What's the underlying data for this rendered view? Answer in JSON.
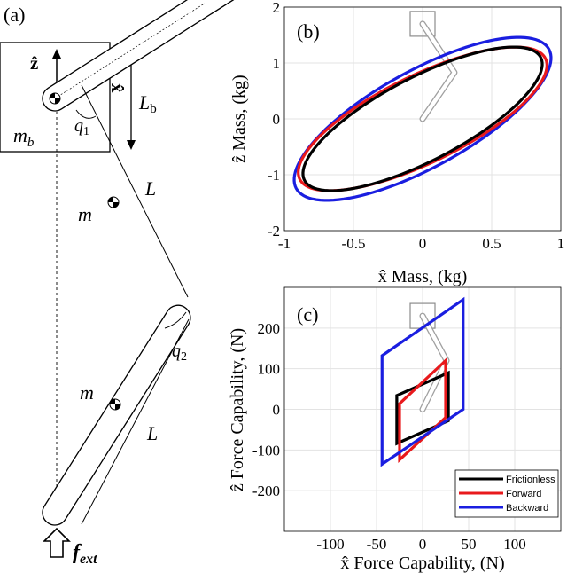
{
  "panel_a": {
    "label": "(a)",
    "z_hat": "ẑ",
    "x_hat": "x̂",
    "l_b": "L",
    "l_b_sub": "b",
    "m_b": "m",
    "m_b_sub": "b",
    "q1": "q",
    "q1_sub": "1",
    "q2": "q",
    "q2_sub": "2",
    "m_upper": "m",
    "m_lower": "m",
    "l_upper": "L",
    "l_lower": "L",
    "f_ext": "f",
    "f_ext_sub": "ext"
  },
  "colors": {
    "frictionless": "#000000",
    "forward": "#e8191c",
    "backward": "#1a1ee0",
    "arm": "#a0a0a0",
    "grid": "#e3e3e3"
  },
  "chart_data": [
    {
      "panel_label": "(b)",
      "type": "line",
      "xlabel": "x̂ Mass, (kg)",
      "ylabel": "ẑ Mass, (kg)",
      "xlim": [
        -1,
        1
      ],
      "ylim": [
        -2,
        2
      ],
      "xticks": [
        "-1",
        "-0.5",
        "0",
        "0.5",
        "1"
      ],
      "yticks": [
        "2",
        "1",
        "0",
        "-1",
        "-2"
      ],
      "grid": true,
      "series": [
        {
          "key": "backward",
          "shape": "ellipse",
          "center": [
            0.0,
            0.0
          ],
          "major_semi_axis": 1.64,
          "minor_semi_axis": 0.55,
          "angle_deg": 61
        },
        {
          "key": "forward",
          "shape": "ellipse",
          "center": [
            0.0,
            0.0
          ],
          "major_semi_axis": 1.48,
          "minor_semi_axis": 0.52,
          "angle_deg": 58
        },
        {
          "key": "frictionless",
          "shape": "ellipse",
          "center": [
            0.0,
            0.0
          ],
          "major_semi_axis": 1.47,
          "minor_semi_axis": 0.49,
          "angle_deg": 59
        }
      ],
      "overlay_arm": {
        "base": [
          0.0,
          1.7
        ],
        "elbow": [
          0.23,
          0.83
        ],
        "end": [
          0.0,
          0.0
        ]
      }
    },
    {
      "panel_label": "(c)",
      "type": "line",
      "xlabel": "x̂ Force Capability, (N)",
      "ylabel": "ẑ Force Capability, (N)",
      "xlim": [
        -150,
        150
      ],
      "ylim": [
        -300,
        300
      ],
      "xticks": [
        "-100",
        "-50",
        "0",
        "50",
        "100"
      ],
      "yticks": [
        "200",
        "100",
        "0",
        "-100",
        "-200"
      ],
      "grid": true,
      "legend_position": "bottom-right",
      "series": [
        {
          "key": "frictionless",
          "name": "Frictionless",
          "points": [
            [
              -28,
              -84
            ],
            [
              28,
              -28
            ],
            [
              28,
              90
            ],
            [
              -28,
              34
            ]
          ]
        },
        {
          "key": "forward",
          "name": "Forward",
          "points": [
            [
              -25,
              -124
            ],
            [
              -25,
              14
            ],
            [
              25,
              120
            ],
            [
              25,
              -20
            ]
          ]
        },
        {
          "key": "backward",
          "name": "Backward",
          "points": [
            [
              -44,
              -135
            ],
            [
              -44,
              132
            ],
            [
              44,
              270
            ],
            [
              44,
              0
            ]
          ]
        }
      ],
      "overlay_arm": {
        "base": [
          0,
          230
        ],
        "elbow": [
          26,
          120
        ],
        "end": [
          0,
          0
        ]
      }
    }
  ]
}
